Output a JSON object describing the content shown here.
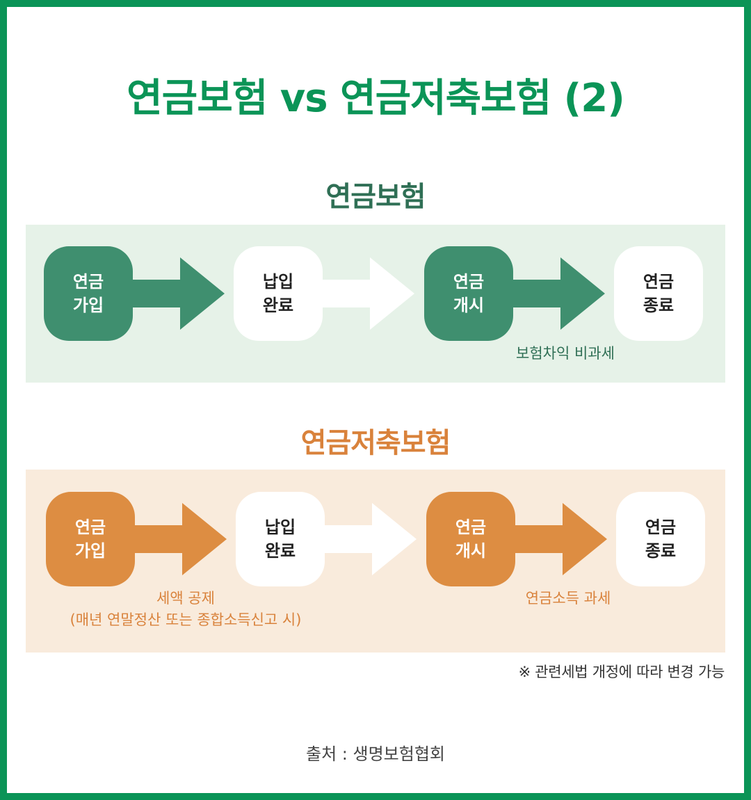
{
  "title": "연금보험 vs 연금저축보험 (2)",
  "colors": {
    "frame": "#0b9457",
    "green_box": "#3f8f6f",
    "green_panel": "#e6f2e8",
    "orange_box": "#dd8d42",
    "orange_panel": "#f9ebdc"
  },
  "sections": [
    {
      "title": "연금보험",
      "stages": [
        "연금\n가입",
        "납입\n완료",
        "연금\n개시",
        "연금\n종료"
      ],
      "notes": [
        "보험차익 비과세"
      ]
    },
    {
      "title": "연금저축보험",
      "stages": [
        "연금\n가입",
        "납입\n완료",
        "연금\n개시",
        "연금\n종료"
      ],
      "notes": [
        "세액 공제\n(매년 연말정산 또는 종합소득신고 시)",
        "연금소득 과세"
      ]
    }
  ],
  "disclaimer": "※ 관련세법 개정에 따라 변경 가능",
  "source": "출처 : 생명보험협회"
}
